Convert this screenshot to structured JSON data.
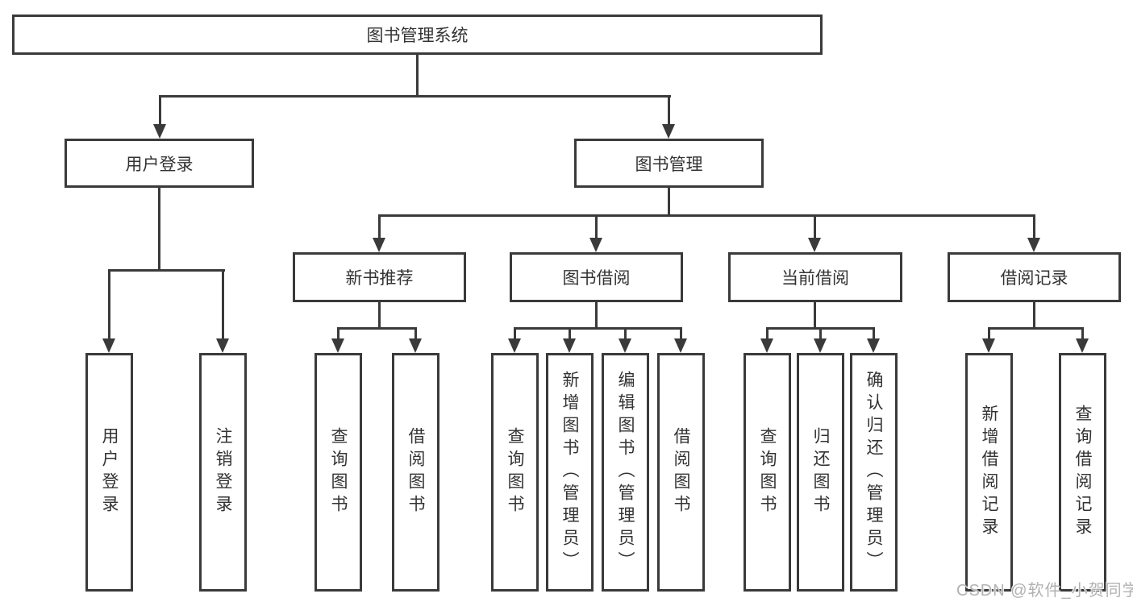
{
  "diagram": {
    "root": {
      "label": "图书管理系统"
    },
    "level2": [
      {
        "label": "用户登录"
      },
      {
        "label": "图书管理"
      }
    ],
    "level3": [
      {
        "label": "新书推荐"
      },
      {
        "label": "图书借阅"
      },
      {
        "label": "当前借阅"
      },
      {
        "label": "借阅记录"
      }
    ],
    "leaves": {
      "user_login": [
        "用户登录",
        "注销登录"
      ],
      "new_book": [
        "查询图书",
        "借阅图书"
      ],
      "book_borrow": [
        "查询图书",
        "新增图书（管理员）",
        "编辑图书（管理员）",
        "借阅图书"
      ],
      "current_borrow": [
        "查询图书",
        "归还图书",
        "确认归还（管理员）"
      ],
      "borrow_record": [
        "新增借阅记录",
        "查询借阅记录"
      ]
    }
  },
  "colors": {
    "line": "#3a3a3a",
    "text": "#333333",
    "wm": "#b2b2b2"
  },
  "watermark": {
    "text": "CSDN @软件_小贺同学"
  }
}
